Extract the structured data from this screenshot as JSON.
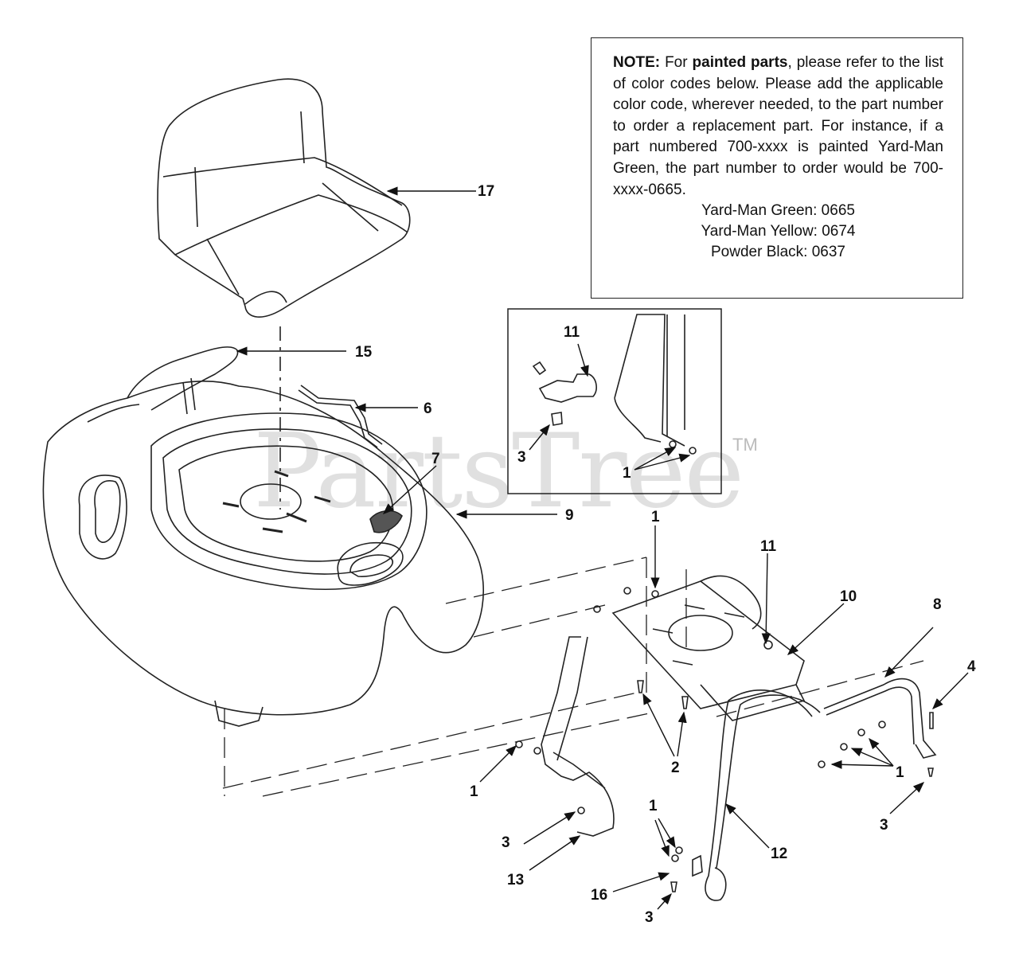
{
  "note": {
    "label": "NOTE:",
    "text_1": "For",
    "bold_1": "painted parts",
    "text_2": ", please refer to the list of color codes below.  Please add the applicable color code, wherever needed, to the part number to order a replacement part.  For instance, if a part numbered 700-xxxx is painted Yard-Man Green, the part number to order would be 700-xxxx-0665.",
    "color_codes": [
      "Yard-Man Green: 0665",
      "Yard-Man Yellow: 0674",
      "Powder Black: 0637"
    ]
  },
  "watermark": {
    "text": "PartsTree",
    "trademark": "TM"
  },
  "callouts": {
    "c17": "17",
    "c15": "15",
    "c6": "6",
    "c7": "7",
    "c9": "9",
    "inset_c11": "11",
    "inset_c3": "3",
    "inset_c1": "1",
    "c1_top": "1",
    "c11": "11",
    "c10": "10",
    "c8": "8",
    "c4": "4",
    "c2": "2",
    "c1_right": "1",
    "c1_left": "1",
    "c3_right": "3",
    "c3_left": "3",
    "c13": "13",
    "c1_bottom": "1",
    "c12": "12",
    "c16": "16",
    "c3_bottom": "3"
  }
}
